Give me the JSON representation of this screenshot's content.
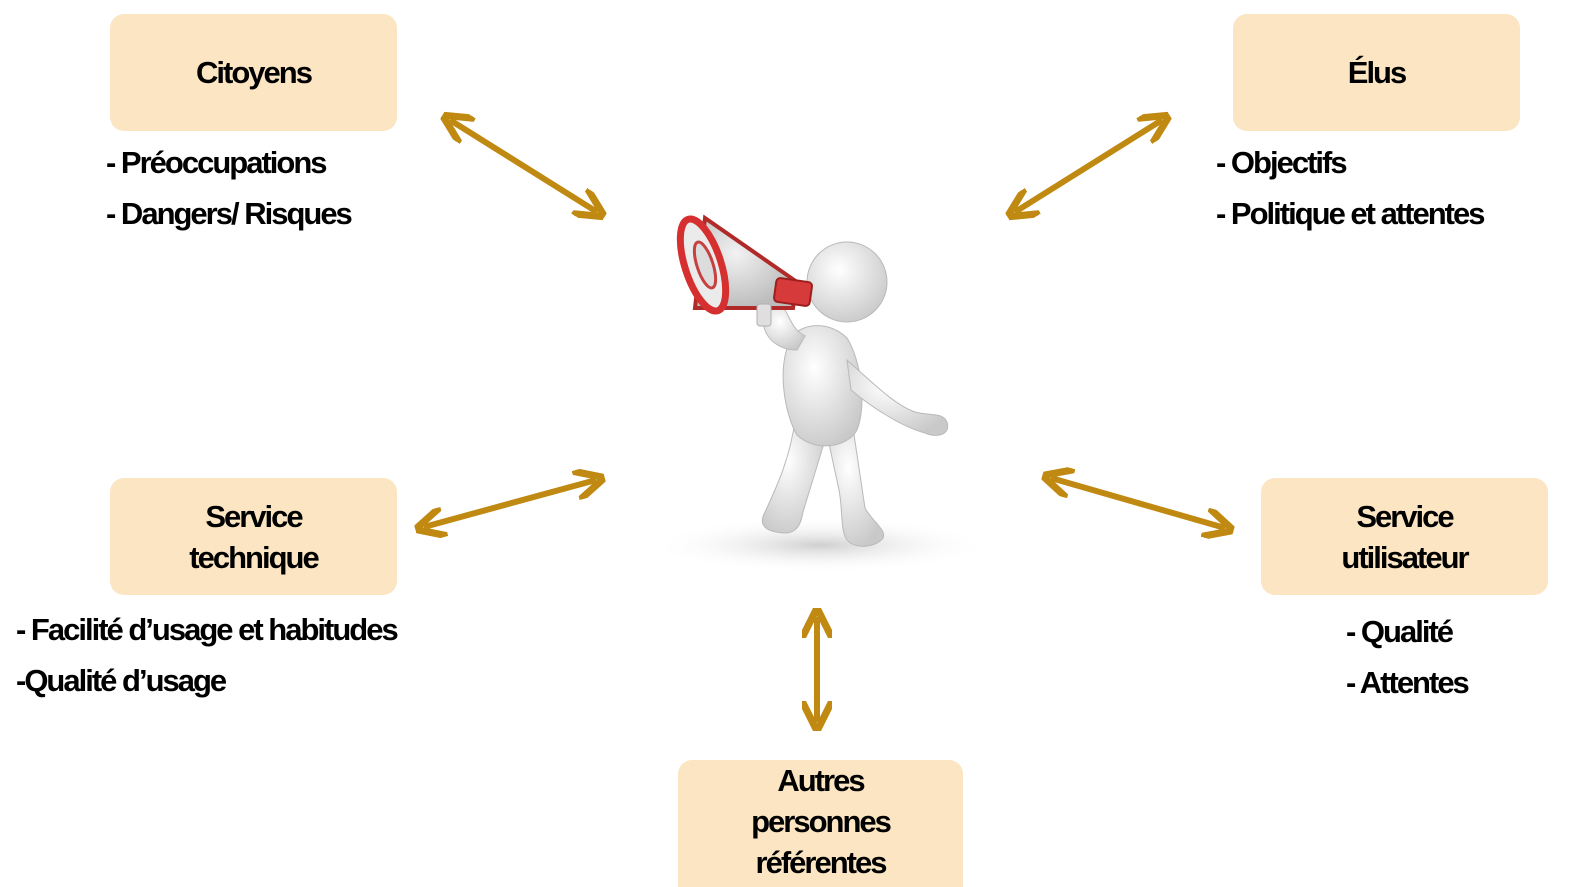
{
  "accent_color": "#c08912",
  "box_color": "#fbe5c2",
  "center_figure": {
    "description_icon": "person-megaphone-icon"
  },
  "nodes": [
    {
      "id": "citoyens",
      "label_lines": [
        "Citoyens"
      ],
      "notes": [
        "- Préoccupations",
        "- Dangers/ Risques"
      ]
    },
    {
      "id": "elus",
      "label_lines": [
        "Élus"
      ],
      "notes": [
        "- Objectifs",
        "- Politique et attentes"
      ]
    },
    {
      "id": "service_technique",
      "label_lines": [
        "Service",
        "technique"
      ],
      "notes": [
        "- Facilité d’usage et habitudes",
        "-Qualité d’usage"
      ]
    },
    {
      "id": "service_utilisateur",
      "label_lines": [
        "Service",
        "utilisateur"
      ],
      "notes": [
        "- Qualité",
        "- Attentes"
      ]
    },
    {
      "id": "autres",
      "label_lines": [
        "Autres",
        "personnes",
        "référentes"
      ],
      "notes": []
    }
  ]
}
